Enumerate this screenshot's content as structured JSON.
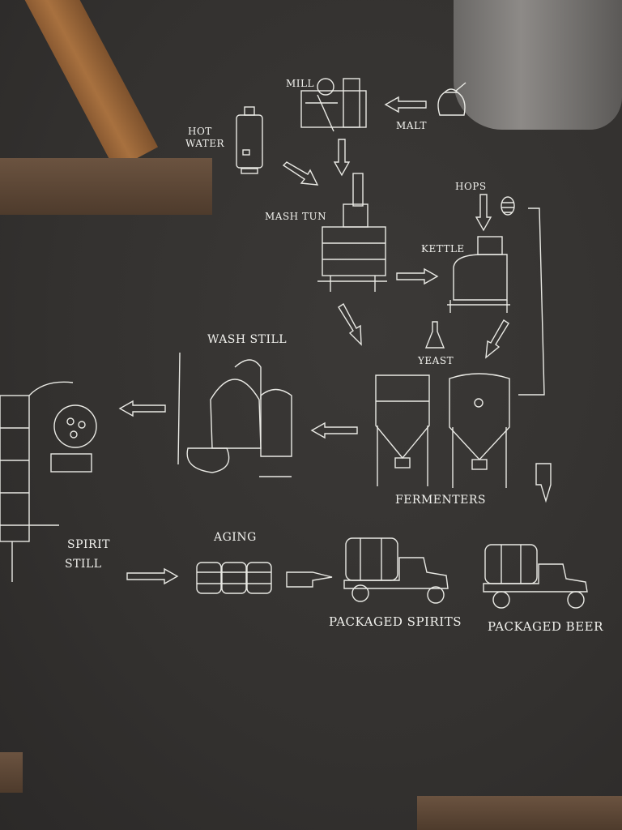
{
  "labels": {
    "mill": "MILL",
    "malt": "MALT",
    "hot_water_1": "HOT",
    "hot_water_2": "WATER",
    "mash_tun": "MASH TUN",
    "hops": "HOPS",
    "kettle": "KETTLE",
    "yeast": "YEAST",
    "wash_still": "WASH STILL",
    "fermenters": "FERMENTERS",
    "spirit_still_1": "SPIRIT",
    "spirit_still_2": "STILL",
    "aging": "AGING",
    "packaged_spirits": "PACKAGED SPIRITS",
    "packaged_beer": "PACKAGED BEER"
  },
  "colors": {
    "wall": "#363432",
    "ink": "#e9e9e4",
    "wood": "#a8713f",
    "duct": "#7a7775"
  }
}
